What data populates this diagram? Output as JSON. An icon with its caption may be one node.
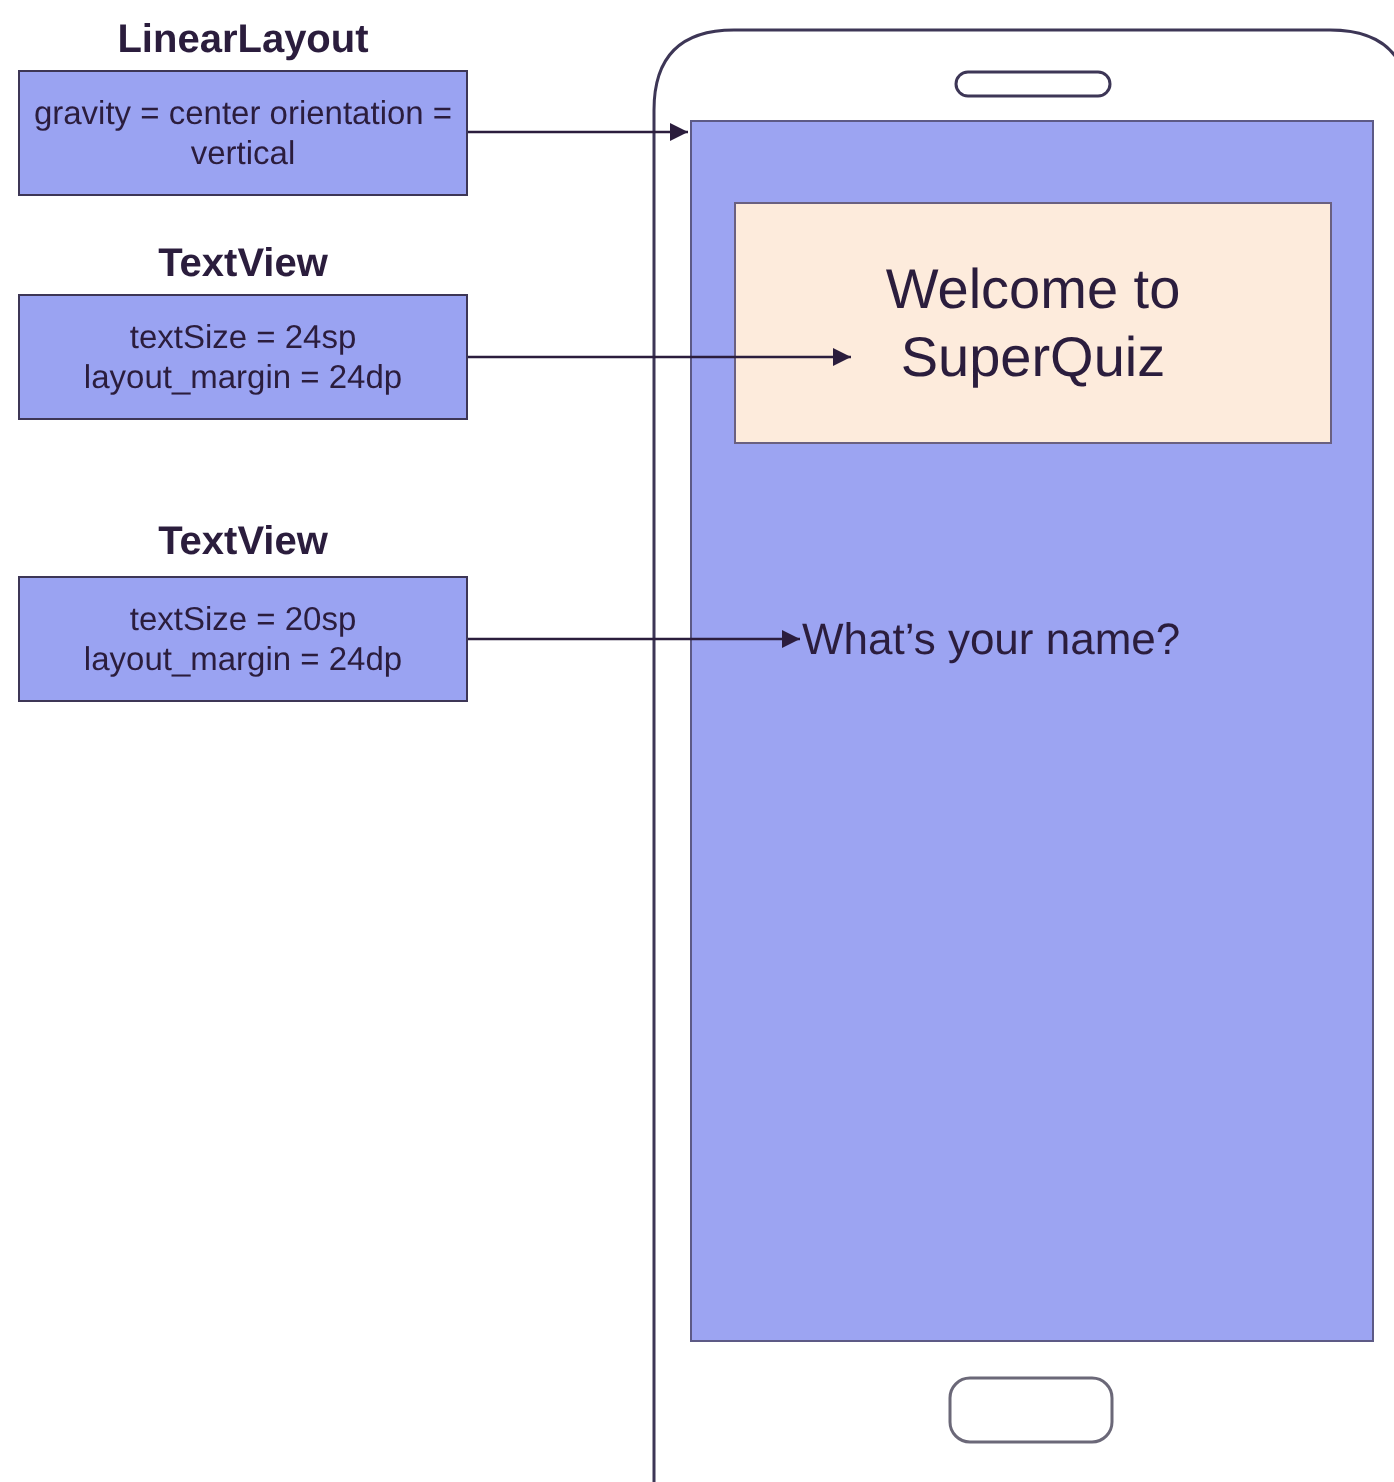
{
  "diagram": {
    "nodes": [
      {
        "text": [
          "LinearLayout",
          "gravity = center orientation = vertical"
        ]
      },
      {
        "text": [
          "TextView",
          "textSize = 24sp layout_margin = 24dp"
        ]
      },
      {
        "text": [
          "TextView",
          "textSize = 20sp layout_margin = 24dp"
        ]
      },
      {
        "text": [],
        "shape": "box"
      },
      {
        "text": [
          "Welcome to SuperQuiz"
        ],
        "in": 3
      },
      {
        "text": [
          "What’s your name?"
        ],
        "in": 3
      }
    ],
    "edges": [
      {
        "from": 0,
        "to": 3,
        "arrow": "to"
      },
      {
        "from": 1,
        "to": 4,
        "arrow": "to"
      },
      {
        "from": 2,
        "to": 5,
        "arrow": "to"
      }
    ]
  }
}
